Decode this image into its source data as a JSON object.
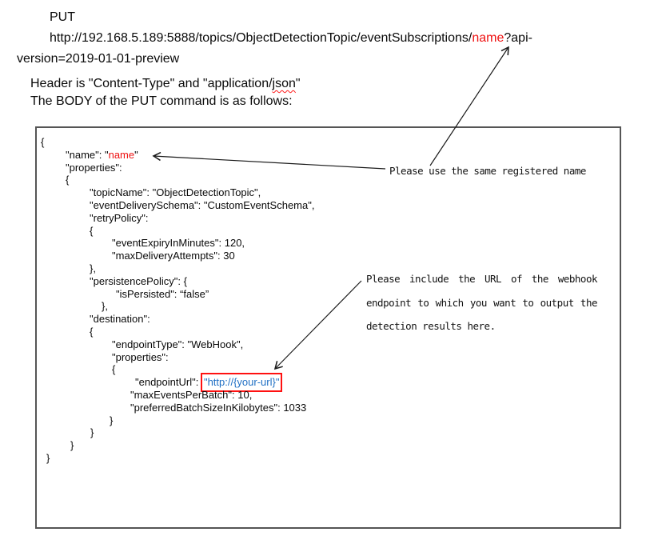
{
  "header": {
    "method": "PUT",
    "url_prefix": "http://192.168.5.189:5888/topics/ObjectDetectionTopic/eventSubscriptions/",
    "url_name": "name",
    "url_suffix": "?api-",
    "url_wrap_line": "version=2019-01-01-preview",
    "content_type_prefix": "Header is \"Content-Type\" and \"application/",
    "content_type_json": "json",
    "content_type_suffix": "\"",
    "body_intro": "The BODY of the PUT command is as follows:"
  },
  "annotations": {
    "registered_name": "Please use the same registered name",
    "webhook_lines": [
      "Please include the URL of the webhook",
      "endpoint to which you want to output the",
      "detection results here."
    ]
  },
  "code": {
    "lines": [
      {
        "ind": 5,
        "segs": [
          {
            "t": "{"
          }
        ]
      },
      {
        "ind": 36,
        "segs": [
          {
            "t": "\"name\": \""
          },
          {
            "t": "name",
            "s": "red"
          },
          {
            "t": "\""
          }
        ]
      },
      {
        "ind": 36,
        "segs": [
          {
            "t": "\"properties\":"
          }
        ]
      },
      {
        "ind": 36,
        "segs": [
          {
            "t": "{"
          }
        ]
      },
      {
        "ind": 66,
        "segs": [
          {
            "t": "\"topicName\": \"ObjectDetectionTopic\","
          }
        ]
      },
      {
        "ind": 66,
        "segs": [
          {
            "t": "\"eventDeliverySchema\": \"CustomEventSchema\","
          }
        ]
      },
      {
        "ind": 66,
        "segs": [
          {
            "t": "\"retryPolicy\":"
          }
        ]
      },
      {
        "ind": 66,
        "segs": [
          {
            "t": "{"
          }
        ]
      },
      {
        "ind": 94,
        "segs": [
          {
            "t": "\"eventExpiryInMinutes\": 120,"
          }
        ]
      },
      {
        "ind": 94,
        "segs": [
          {
            "t": "\"maxDeliveryAttempts\": 30"
          }
        ]
      },
      {
        "ind": 66,
        "segs": [
          {
            "t": "},"
          }
        ]
      },
      {
        "ind": 66,
        "segs": [
          {
            "t": "\"persistencePolicy\": {"
          }
        ]
      },
      {
        "ind": 99,
        "segs": [
          {
            "t": "\"isPersisted\": “false”"
          }
        ]
      },
      {
        "ind": 81,
        "segs": [
          {
            "t": "},"
          }
        ]
      },
      {
        "ind": 66,
        "segs": [
          {
            "t": "\"destination\":"
          }
        ]
      },
      {
        "ind": 66,
        "segs": [
          {
            "t": "{"
          }
        ]
      },
      {
        "ind": 94,
        "segs": [
          {
            "t": "\"endpointType\": \"WebHook\","
          }
        ]
      },
      {
        "ind": 94,
        "segs": [
          {
            "t": "\"properties\":"
          }
        ]
      },
      {
        "ind": 94,
        "segs": [
          {
            "t": "{"
          }
        ]
      },
      {
        "ind": 123,
        "segs": [
          {
            "t": "\"endpointUrl\": "
          },
          {
            "t": "\"http://{your-url}\"",
            "s": "bluebox"
          }
        ]
      },
      {
        "ind": 117,
        "segs": [
          {
            "t": "\"maxEventsPerBatch\": 10,"
          }
        ]
      },
      {
        "ind": 117,
        "segs": [
          {
            "t": "\"preferredBatchSizeInKilobytes\": 1033"
          }
        ]
      },
      {
        "ind": 91,
        "segs": [
          {
            "t": "}"
          }
        ]
      },
      {
        "ind": 67,
        "segs": [
          {
            "t": "}"
          }
        ]
      },
      {
        "ind": 42,
        "segs": [
          {
            "t": "}"
          }
        ]
      },
      {
        "ind": 12,
        "segs": [
          {
            "t": "}"
          }
        ]
      }
    ]
  },
  "colors": {
    "highlight_red": "#ee1111",
    "link_blue": "#1f6fc4",
    "box_border_gray": "#555555",
    "callout_box_red": "#ff1111"
  }
}
